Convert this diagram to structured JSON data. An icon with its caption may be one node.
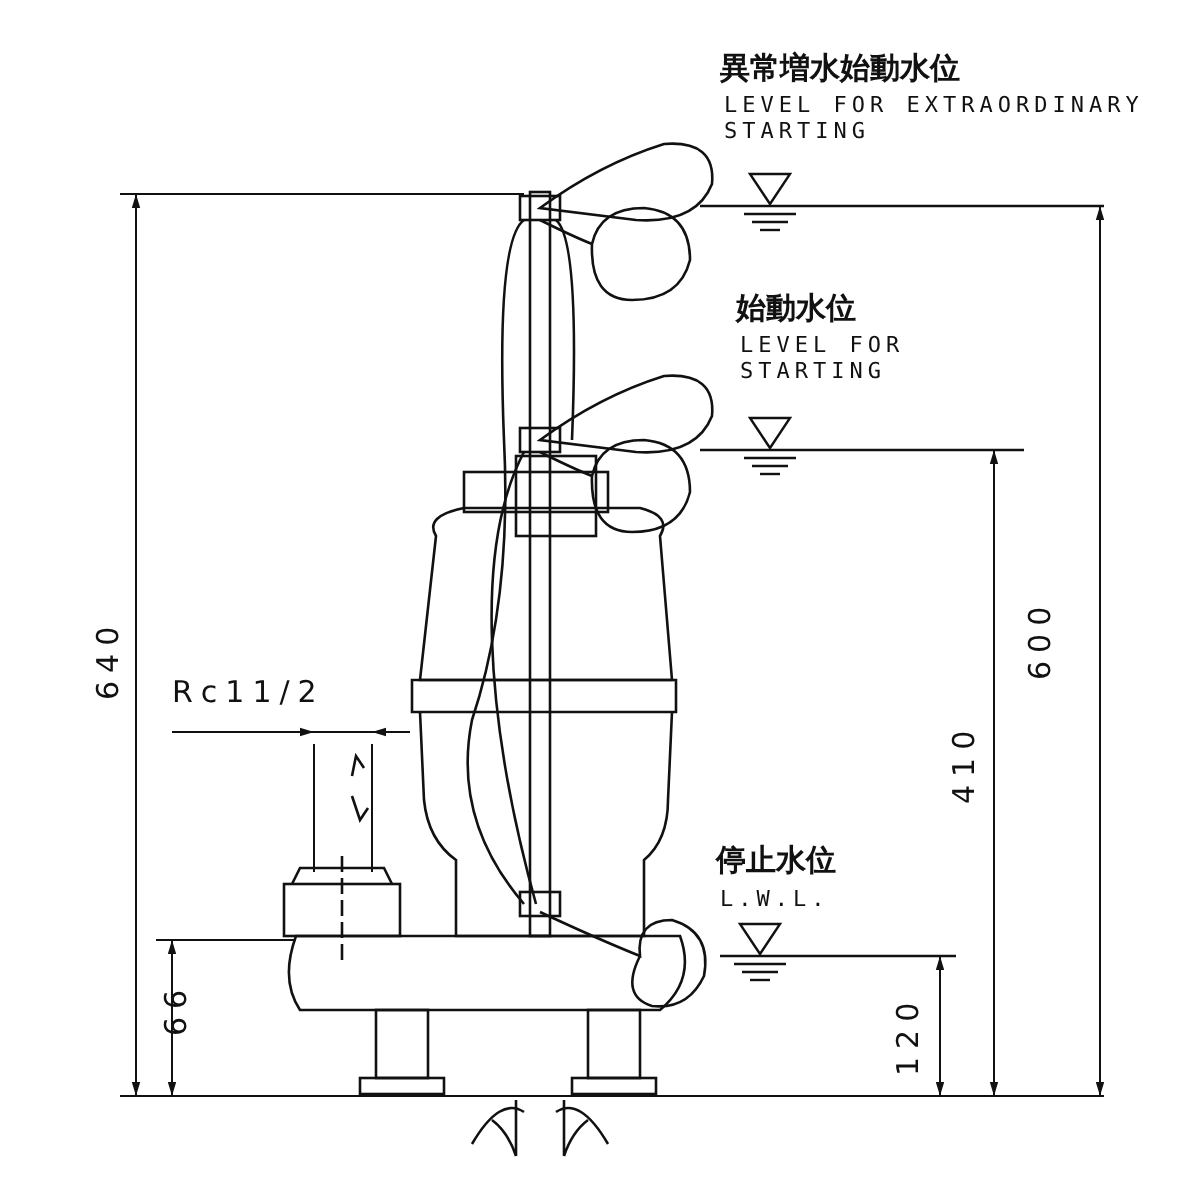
{
  "diagram": {
    "labels": [
      "異常増水始動水位",
      "LEVEL FOR EXTRAORDINARY STARTING",
      "始動水位",
      "LEVEL FOR STARTING",
      "640",
      "600",
      "Rc11/2",
      "410",
      "停止水位",
      "L.W.L.",
      "66",
      "120"
    ]
  }
}
